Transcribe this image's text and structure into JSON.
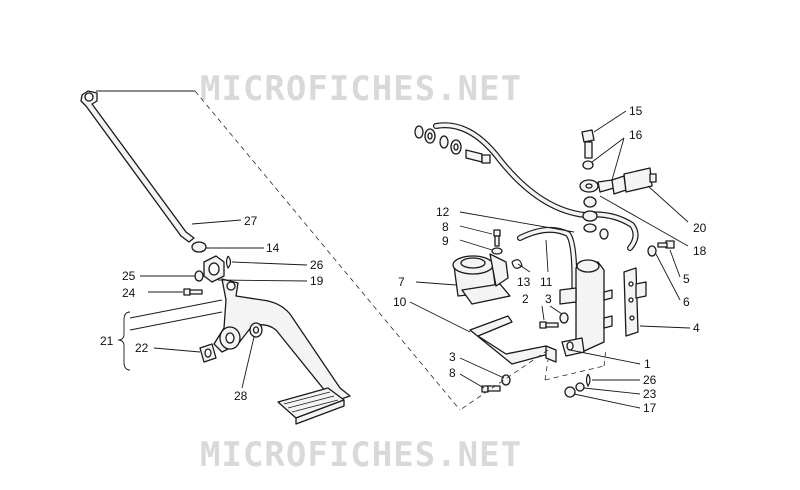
{
  "watermark": {
    "top": "MICROFICHES.NET",
    "bottom": "MICROFICHES.NET"
  },
  "callouts": {
    "c27": "27",
    "c14": "14",
    "c26l": "26",
    "c25": "25",
    "c19": "19",
    "c24": "24",
    "c21": "21",
    "c22": "22",
    "c28": "28",
    "c15": "15",
    "c16": "16",
    "c20": "20",
    "c18": "18",
    "c12": "12",
    "c8a": "8",
    "c9": "9",
    "c7": "7",
    "c13": "13",
    "c11": "11",
    "c5": "5",
    "c6": "6",
    "c10": "10",
    "c2": "2",
    "c3a": "3",
    "c4": "4",
    "c1": "1",
    "c3b": "3",
    "c8b": "8",
    "c26r": "26",
    "c23": "23",
    "c17": "17"
  }
}
